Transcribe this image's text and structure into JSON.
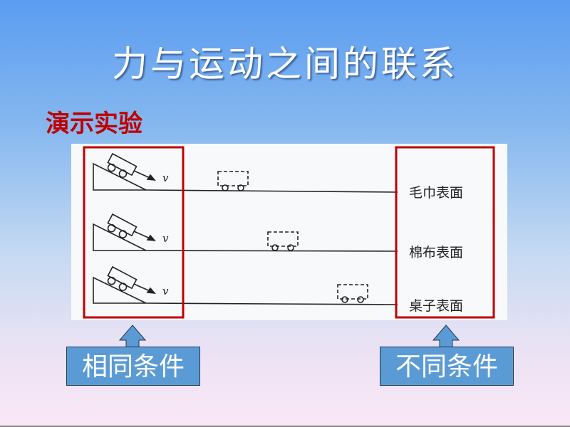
{
  "slide": {
    "title": "力与运动之间的联系",
    "subtitle": "演示实验"
  },
  "figure": {
    "velocity_label": "v",
    "surfaces": [
      "毛巾表面",
      "棉布表面",
      "桌子表面"
    ]
  },
  "callouts": {
    "left": "相同条件",
    "right": "不同条件"
  },
  "colors": {
    "highlight": "#c00000",
    "callout": "#5b9bd5"
  }
}
